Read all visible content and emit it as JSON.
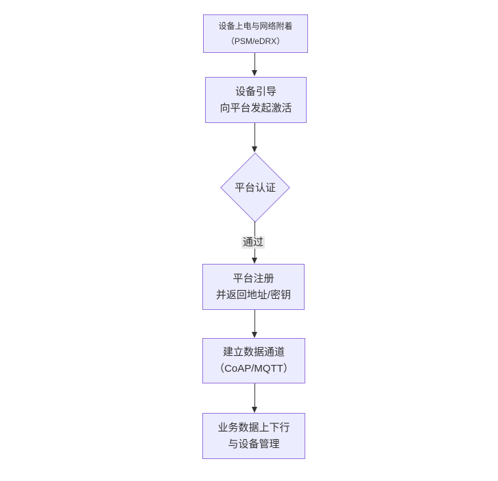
{
  "diagram": {
    "type": "flowchart-vertical",
    "colors": {
      "node_fill": "#ECECFF",
      "node_border": "#9370DB",
      "arrow_color": "#333333",
      "text_color": "#333333",
      "edge_label_bg": "#e8e8e8",
      "canvas_bg": "#ffffff"
    },
    "nodes": [
      {
        "id": "power-attach",
        "type": "rect",
        "lines": [
          "设备上电与网络附着",
          "（PSM/eDRX）"
        ]
      },
      {
        "id": "bootstrap",
        "type": "rect",
        "lines": [
          "设备引导",
          "向平台发起激活"
        ]
      },
      {
        "id": "platform-auth",
        "type": "diamond",
        "lines": [
          "平台认证"
        ]
      },
      {
        "id": "platform-register",
        "type": "rect",
        "lines": [
          "平台注册",
          "并返回地址/密钥"
        ]
      },
      {
        "id": "data-channel",
        "type": "rect",
        "lines": [
          "建立数据通道",
          "（CoAP/MQTT）"
        ]
      },
      {
        "id": "business-data",
        "type": "rect",
        "lines": [
          "业务数据上下行",
          "与设备管理"
        ]
      }
    ],
    "edges": [
      {
        "from": "power-attach",
        "to": "bootstrap",
        "label": ""
      },
      {
        "from": "bootstrap",
        "to": "platform-auth",
        "label": ""
      },
      {
        "from": "platform-auth",
        "to": "platform-register",
        "label": "通过"
      },
      {
        "from": "platform-register",
        "to": "data-channel",
        "label": ""
      },
      {
        "from": "data-channel",
        "to": "business-data",
        "label": ""
      }
    ]
  }
}
